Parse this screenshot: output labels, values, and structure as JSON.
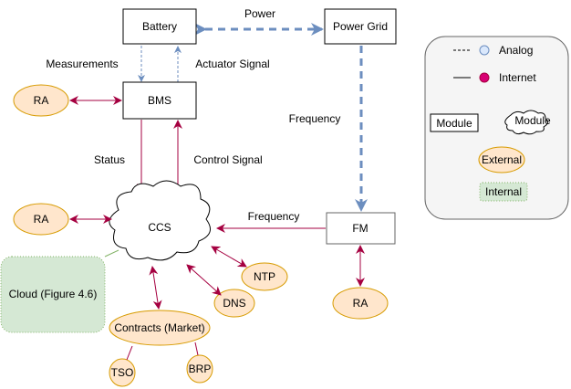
{
  "nodes": {
    "battery": "Battery",
    "power_grid": "Power Grid",
    "bms": "BMS",
    "ccs": "CCS",
    "fm": "FM",
    "ra_bms": "RA",
    "ra_ccs": "RA",
    "ra_fm": "RA",
    "ntp": "NTP",
    "dns": "DNS",
    "contracts": "Contracts (Market)",
    "tso": "TSO",
    "brp": "BRP",
    "cloud": "Cloud (Figure 4.6)"
  },
  "edges": {
    "power": "Power",
    "measurements": "Measurements",
    "actuator_signal": "Actuator Signal",
    "frequency_grid": "Frequency",
    "status": "Status",
    "control_signal": "Control Signal",
    "frequency_fm": "Frequency"
  },
  "legend": {
    "analog": "Analog",
    "internet": "Internet",
    "module_box": "Module",
    "module_cloud": "Module",
    "external": "External",
    "internal": "Internal"
  },
  "colors": {
    "analog": "#6c8ebf",
    "internet": "#a50040",
    "external_fill": "#ffe6cc",
    "external_stroke": "#d79b00",
    "internal_fill": "#d5e8d4",
    "internal_stroke": "#82b366",
    "legend_bg": "#f5f5f5"
  }
}
